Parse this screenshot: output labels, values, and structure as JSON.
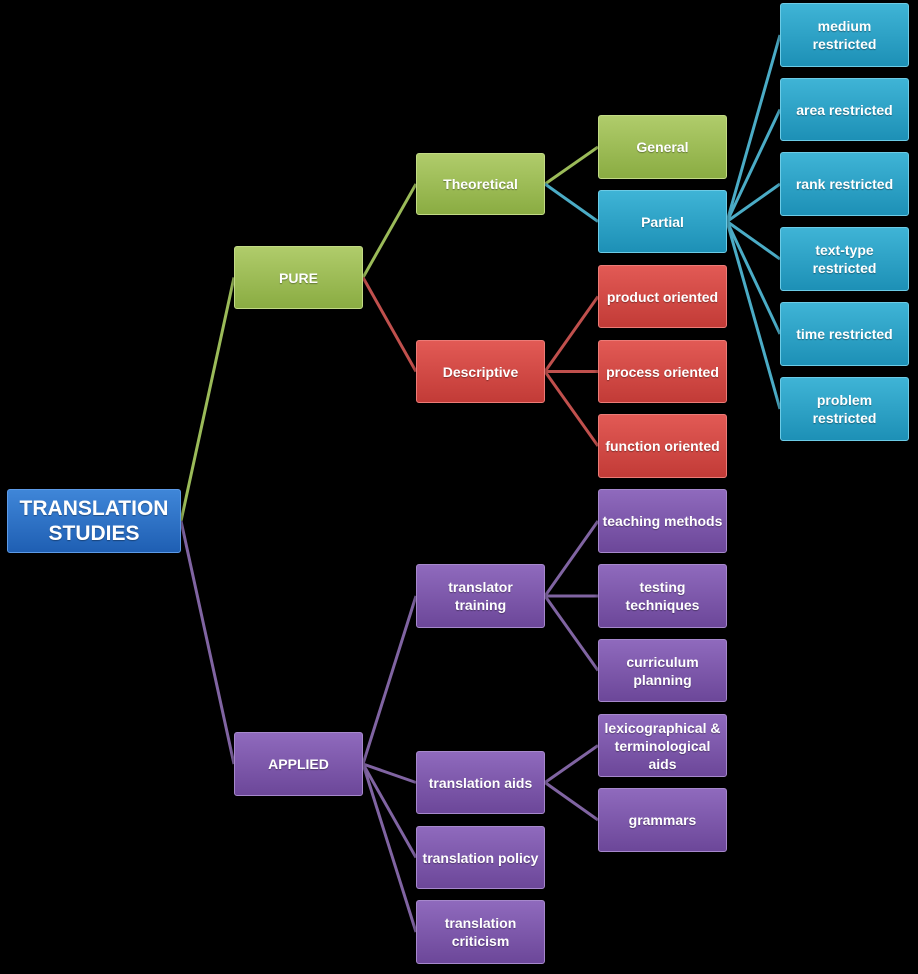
{
  "colors": {
    "blue": "#2a6fc4",
    "green": "#9bbb59",
    "red": "#c0504d",
    "purple": "#8064a2",
    "teal": "#4bacc6"
  },
  "nodes": {
    "translation_studies": "TRANSLATION\nSTUDIES",
    "pure": "PURE",
    "applied": "APPLIED",
    "theoretical": "Theoretical",
    "descriptive": "Descriptive",
    "general": "General",
    "partial": "Partial",
    "medium_restricted": "medium\nrestricted",
    "area_restricted": "area restricted",
    "rank_restricted": "rank restricted",
    "text_type_restricted": "text-type\nrestricted",
    "time_restricted": "time restricted",
    "problem_restricted": "problem\nrestricted",
    "product_oriented": "product oriented",
    "process_oriented": "process oriented",
    "function_oriented": "function oriented",
    "translator_training": "translator\ntraining",
    "translation_aids": "translation aids",
    "translation_policy": "translation policy",
    "translation_criticism": "translation\ncriticism",
    "teaching_methods": "teaching methods",
    "testing_techniques": "testing\ntechniques",
    "curriculum_planning": "curriculum\nplanning",
    "lexicographical_aids": "lexicographical &\nterminological\naids",
    "grammars": "grammars"
  }
}
